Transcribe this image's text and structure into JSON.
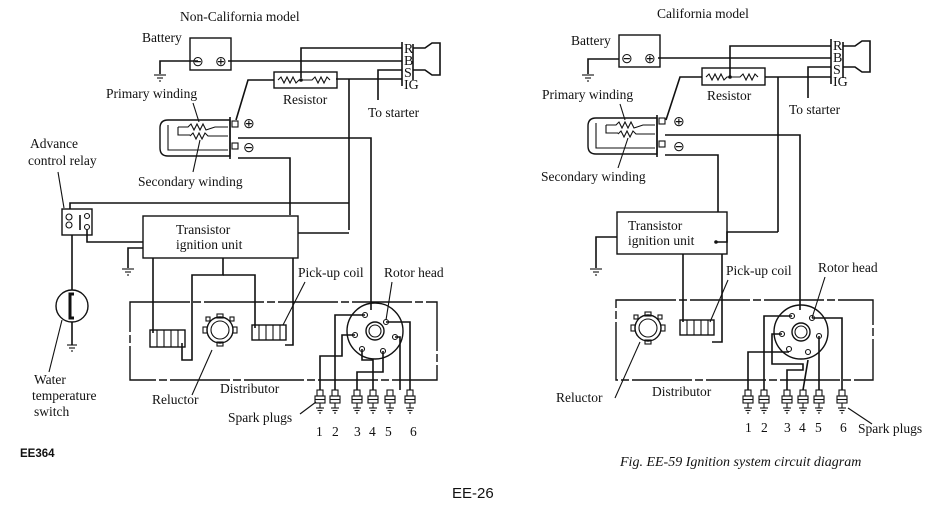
{
  "page_number": "EE-26",
  "figure": {
    "caption": "Fig. EE-59 Ignition system circuit diagram",
    "code": "EE364"
  },
  "left_diagram": {
    "title": "Non-California model",
    "labels": {
      "battery": "Battery",
      "resistor": "Resistor",
      "to_starter": "To starter",
      "primary_winding": "Primary winding",
      "secondary_winding": "Secondary winding",
      "advance_relay_line1": "Advance",
      "advance_relay_line2": "control relay",
      "transistor_line1": "Transistor",
      "transistor_line2": "ignition unit",
      "pickup_coil": "Pick-up coil",
      "rotor_head": "Rotor head",
      "water_line1": "Water",
      "water_line2": "temperature",
      "water_line3": "switch",
      "reluctor": "Reluctor",
      "distributor": "Distributor",
      "spark_plugs": "Spark plugs"
    },
    "ignition_terminals": [
      "R",
      "B",
      "S",
      "IG"
    ],
    "battery_terminals": [
      "⊖",
      "⊕"
    ],
    "coil_terminals": [
      "⊕",
      "⊖"
    ],
    "plug_numbers": [
      "1",
      "2",
      "3",
      "4",
      "5",
      "6"
    ]
  },
  "right_diagram": {
    "title": "California model",
    "labels": {
      "battery": "Battery",
      "resistor": "Resistor",
      "to_starter": "To starter",
      "primary_winding": "Primary winding",
      "secondary_winding": "Secondary winding",
      "transistor_line1": "Transistor",
      "transistor_line2": "ignition unit",
      "pickup_coil": "Pick-up coil",
      "rotor_head": "Rotor head",
      "reluctor": "Reluctor",
      "distributor": "Distributor",
      "spark_plugs": "Spark plugs"
    },
    "ignition_terminals": [
      "R",
      "B",
      "S",
      "IG"
    ],
    "battery_terminals": [
      "⊖",
      "⊕"
    ],
    "coil_terminals": [
      "⊕",
      "⊖"
    ],
    "plug_numbers": [
      "1",
      "2",
      "3",
      "4",
      "5",
      "6"
    ]
  }
}
